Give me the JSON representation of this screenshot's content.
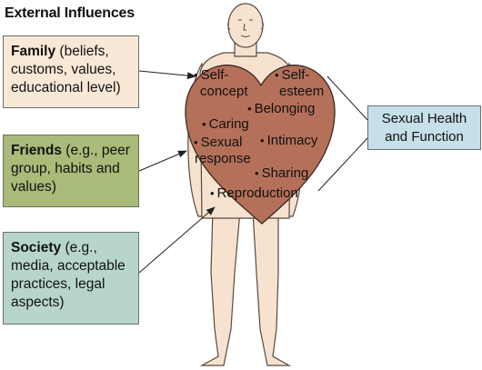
{
  "heading": "External Influences",
  "boxes": {
    "family": {
      "title": "Family",
      "rest": " (beliefs, customs, values, educational level)"
    },
    "friends": {
      "title": "Friends",
      "rest": " (e.g., peer group, habits and values)"
    },
    "society": {
      "title": "Society",
      "rest": " (e.g., media, acceptable practices, legal aspects)"
    }
  },
  "outcome": {
    "line1": "Sexual Health",
    "line2": "and Function"
  },
  "heart_items": {
    "self_concept": {
      "line1": "Self-",
      "line2": "concept"
    },
    "self_esteem": {
      "line1": "Self-",
      "line2": "esteem"
    },
    "belonging": "Belonging",
    "caring": "Caring",
    "sexual_response": {
      "line1": "Sexual",
      "line2": "response"
    },
    "intimacy": "Intimacy",
    "sharing": "Sharing",
    "reproduction": "Reproduction"
  },
  "colors": {
    "heart": "#b5705a",
    "skin": "#f6e2cf",
    "family_box": "#f8e8d6",
    "friends_box": "#a9bb79",
    "society_box": "#b7d6c9",
    "outcome_box": "#c6dfe9"
  }
}
